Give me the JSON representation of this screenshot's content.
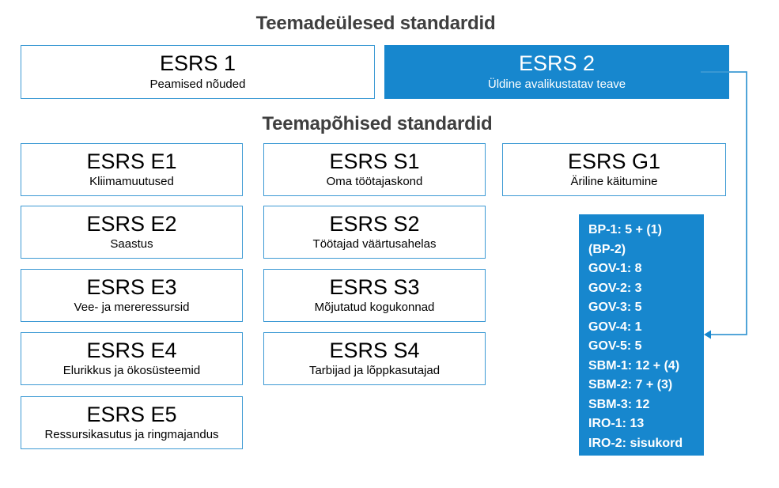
{
  "headings": {
    "cross_cutting": "Teemadeülesed standardid",
    "topical": "Teemapõhised standardid"
  },
  "cross_cutting_standards": [
    {
      "code": "ESRS 1",
      "name": "Peamised nõuded",
      "filled": false
    },
    {
      "code": "ESRS 2",
      "name": "Üldine avalikustatav teave",
      "filled": true
    }
  ],
  "environment_standards": [
    {
      "code": "ESRS E1",
      "name": "Kliimamuutused"
    },
    {
      "code": "ESRS E2",
      "name": "Saastus"
    },
    {
      "code": "ESRS E3",
      "name": "Vee- ja mereressursid"
    },
    {
      "code": "ESRS E4",
      "name": "Elurikkus ja ökosüsteemid"
    },
    {
      "code": "ESRS E5",
      "name": "Ressursikasutus ja ringmajandus"
    }
  ],
  "social_standards": [
    {
      "code": "ESRS S1",
      "name": "Oma töötajaskond"
    },
    {
      "code": "ESRS S2",
      "name": "Töötajad väärtusahelas"
    },
    {
      "code": "ESRS S3",
      "name": "Mõjutatud kogukonnad"
    },
    {
      "code": "ESRS S4",
      "name": "Tarbijad ja lõppkasutajad"
    }
  ],
  "governance_standards": [
    {
      "code": "ESRS G1",
      "name": "Äriline käitumine"
    }
  ],
  "disclosure_requirements": [
    "BP-1: 5 + (1)",
    "(BP-2)",
    "GOV-1: 8",
    "GOV-2: 3",
    "GOV-3: 5",
    "GOV-4: 1",
    "GOV-5: 5",
    "SBM-1: 12 + (4)",
    "SBM-2: 7 + (3)",
    "SBM-3: 12",
    "IRO-1: 13",
    "IRO-2: sisukord"
  ],
  "colors": {
    "accent_blue": "#1787ce",
    "border_blue": "#3d9ad4",
    "heading_gray": "#3f3f3f",
    "panel_text": "#ffffff",
    "background": "#ffffff"
  }
}
